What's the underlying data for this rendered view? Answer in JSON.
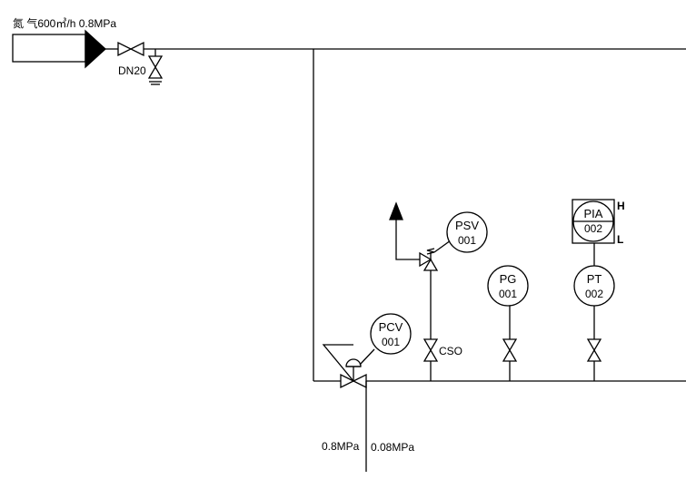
{
  "inlet": {
    "label": "氮 气600㎥/h 0.8MPa",
    "size_label": "DN20"
  },
  "instruments": {
    "psv": {
      "tag": "PSV",
      "num": "001"
    },
    "pcv": {
      "tag": "PCV",
      "num": "001"
    },
    "pg": {
      "tag": "PG",
      "num": "001"
    },
    "pt": {
      "tag": "PT",
      "num": "002"
    },
    "pia": {
      "tag": "PIA",
      "num": "002",
      "high": "H",
      "low": "L"
    }
  },
  "valves": {
    "cso_label": "CSO"
  },
  "pressures": {
    "upstream": "0.8MPa",
    "downstream": "0.08MPa"
  }
}
